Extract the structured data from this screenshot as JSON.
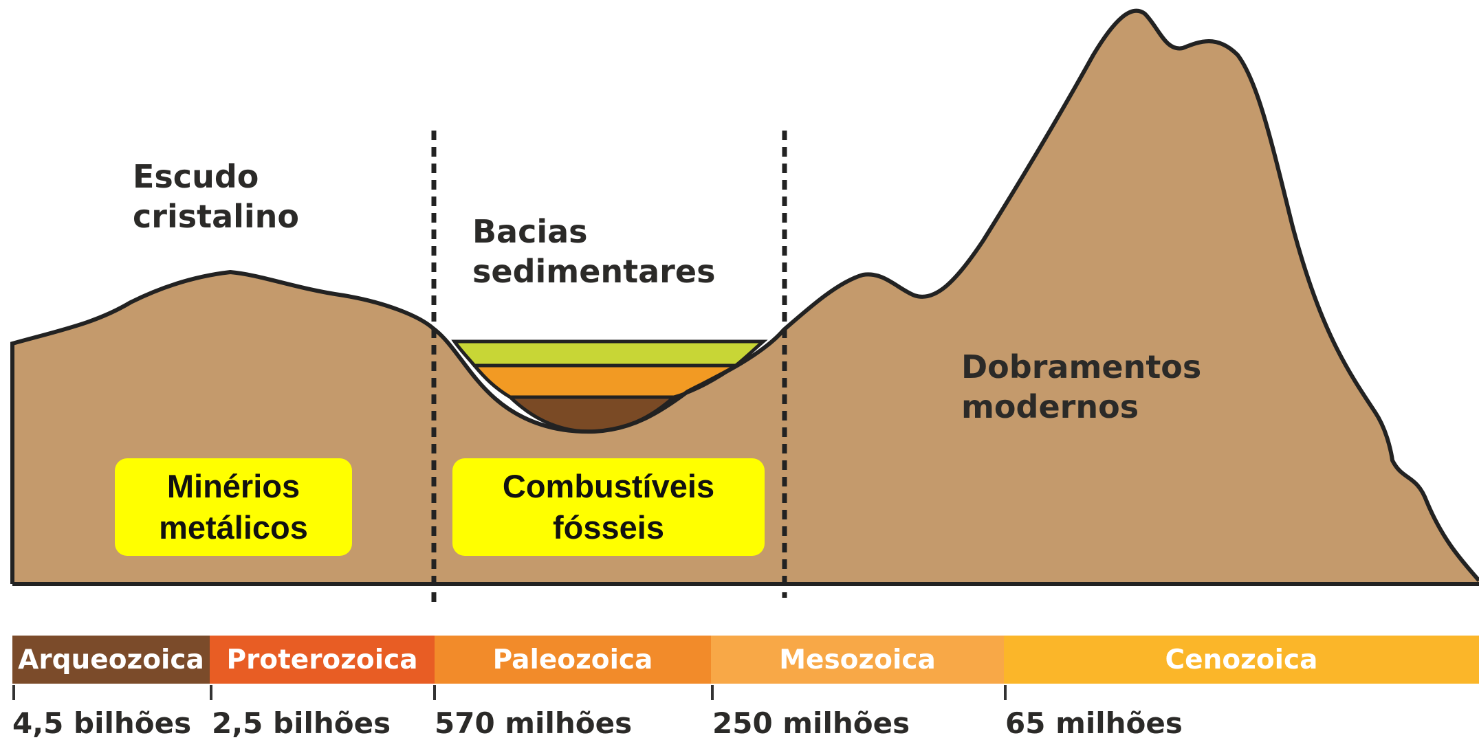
{
  "diagram": {
    "regions": {
      "shield": {
        "title_line1": "Escudo",
        "title_line2": "cristalino"
      },
      "basins": {
        "title_line1": "Bacias",
        "title_line2": "sedimentares"
      },
      "folds": {
        "title_line1": "Dobramentos",
        "title_line2": "modernos"
      }
    },
    "callouts": {
      "minerals": {
        "line1": "Minérios",
        "line2": "metálicos"
      },
      "fuels": {
        "line1": "Combustíveis",
        "line2": "fósseis"
      }
    },
    "colors": {
      "terrain": "#c49a6c",
      "outline": "#222222",
      "layer_top": "#c8d636",
      "layer_middle": "#f29a23",
      "layer_bottom": "#7a4a25",
      "callout_bg": "#ffff00"
    }
  },
  "timeline": {
    "eras": [
      {
        "name": "Arqueozoica",
        "color": "#7b4b2a"
      },
      {
        "name": "Proterozoica",
        "color": "#e85d24"
      },
      {
        "name": "Paleozoica",
        "color": "#f28b2a"
      },
      {
        "name": "Mesozoica",
        "color": "#f8a847"
      },
      {
        "name": "Cenozoica",
        "color": "#fbb629"
      }
    ],
    "dates": [
      "4,5 bilhões",
      "2,5 bilhões",
      "570 milhões",
      "250 milhões",
      "65 milhões"
    ]
  }
}
